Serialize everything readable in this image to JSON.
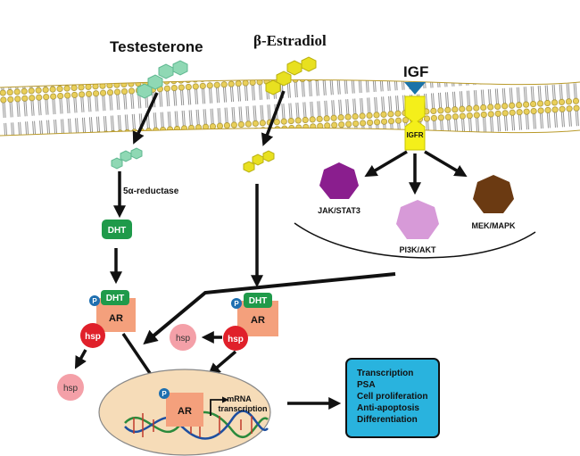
{
  "labels": {
    "testosterone": "Testesterone",
    "estradiol": "β-Estradiol",
    "igf": "IGF",
    "igfr": "IGFR",
    "reductase": "5α-reductase",
    "dht": "DHT",
    "dht_ar_left": "DHT",
    "ar_left": "AR",
    "p_left": "P",
    "hsp_left": "hsp",
    "hsp_free_left": "hsp",
    "dht_ar_right": "DHT",
    "ar_right": "AR",
    "p_right": "P",
    "hsp_right": "hsp",
    "hsp_free_right": "hsp",
    "jak": "JAK/STAT3",
    "pi3k": "PI3K/AKT",
    "mek": "MEK/MAPK",
    "nucleus_ar": "AR",
    "nucleus_p": "P",
    "mrna_line1": "mRNA",
    "mrna_line2": "transcription"
  },
  "outcomes": [
    "Transcription",
    "PSA",
    "Cell proliferation",
    "Anti-apoptosis",
    "Differentiation"
  ],
  "colors": {
    "testosterone": "#8fd8b4",
    "estradiol": "#e8e020",
    "igf_triangle": "#1a73a8",
    "igfr": "#f4ef1a",
    "dht": "#1f9a4a",
    "ar": "#f4a07c",
    "hsp": "#e0202a",
    "hsp_free": "#f4a0a8",
    "phospho": "#1e6fb0",
    "jak": "#8a1e8e",
    "pi3k": "#d79ad8",
    "mek": "#6b3a12",
    "nucleus": "#f6dcb8",
    "outcome_box": "#29b3de"
  }
}
